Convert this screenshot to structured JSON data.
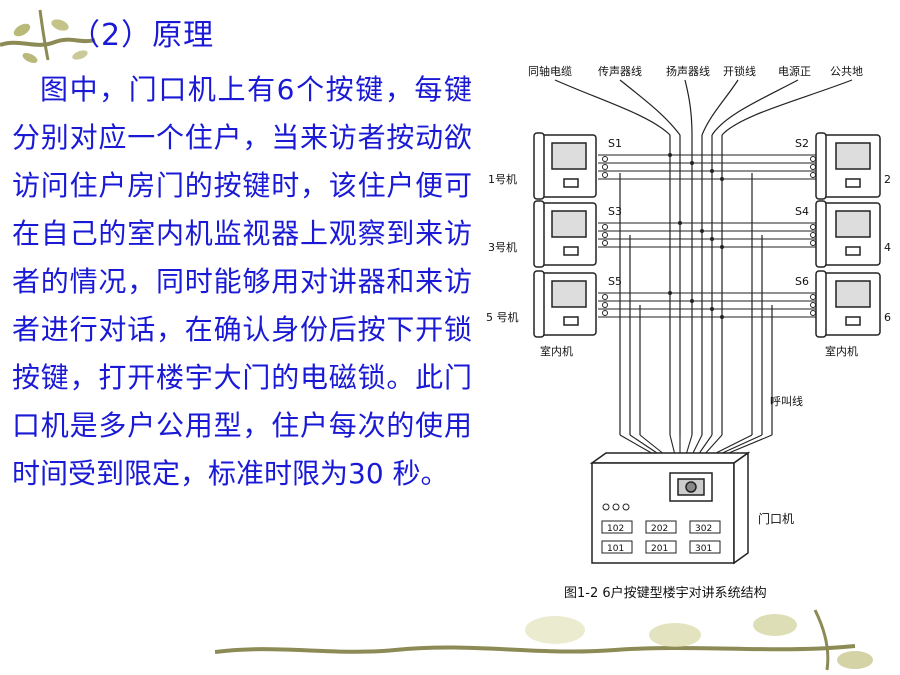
{
  "title": "（2）原理",
  "paragraph": "图中，门口机上有6个按键，每键分别对应一个住户，当来访者按动欲访问住户房门的按键时，该住户便可在自己的室内机监视器上观察到来访者的情况，同时能够用对讲器和来访者进行对话，在确认身份后按下开锁按键，打开楼宇大门的电磁锁。此门口机是多户公用型，住户每次的使用时间受到限定，标准时限为30 秒。",
  "diagram": {
    "wire_labels": [
      "同轴电缆",
      "传声器线",
      "扬声器线",
      "开锁线",
      "电源正",
      "公共地"
    ],
    "unit_labels_left": [
      "1号机",
      "3号机",
      "5 号机"
    ],
    "unit_labels_right": [
      "2",
      "4",
      "6"
    ],
    "switch_labels": [
      "S1",
      "S2",
      "S3",
      "S4",
      "S5",
      "S6"
    ],
    "indoor_label_left": "室内机",
    "indoor_label_right": "室内机",
    "call_line_label": "呼叫线",
    "door_unit_label": "门口机",
    "door_buttons": [
      "102",
      "202",
      "302",
      "101",
      "201",
      "301"
    ],
    "caption": "图1-2 6户按键型楼宇对讲系统结构"
  }
}
